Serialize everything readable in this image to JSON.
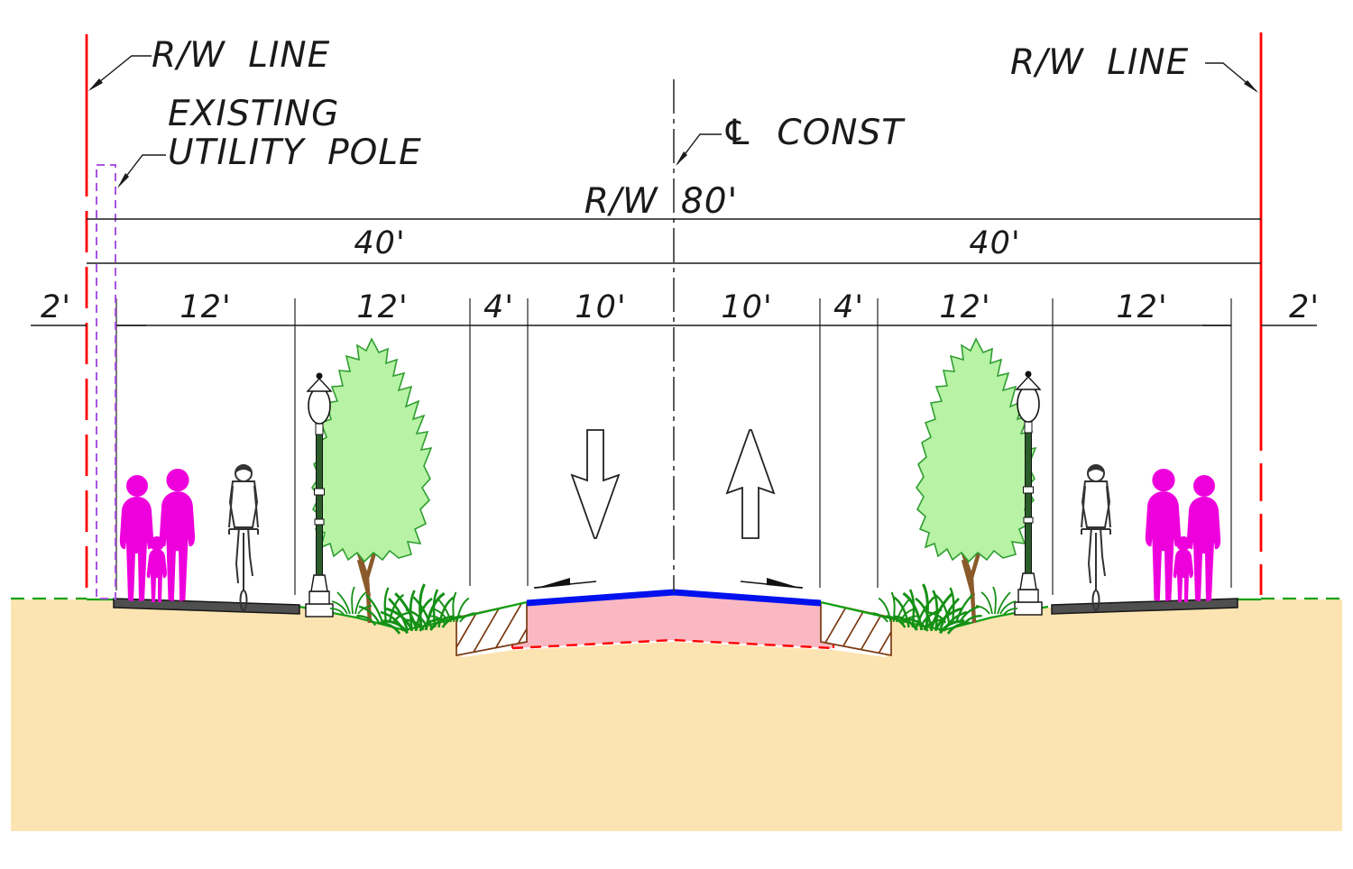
{
  "drawing": {
    "labels": {
      "rw_line_left": "R/W LINE",
      "rw_line_right": "R/W LINE",
      "utility_pole_line1": "EXISTING",
      "utility_pole_line2": "UTILITY POLE",
      "centerline": "℄ CONST",
      "right_of_way_total": "R/W 80'",
      "half_width_left": "40'",
      "half_width_right": "40'"
    },
    "dims": [
      "2'",
      "12'",
      "12'",
      "4'",
      "10'",
      "10'",
      "4'",
      "12'",
      "12'",
      "2'"
    ],
    "segments_ft": [
      2,
      12,
      12,
      4,
      10,
      10,
      4,
      12,
      12,
      2
    ],
    "right_of_way_ft": 80,
    "half_width_ft": 40,
    "colors": {
      "rw_line": "#ff0000",
      "utility_pole": "#a855e0",
      "pavement_surface": "#0011ee",
      "pavement_subbase": "#f9b8c2",
      "subbase_outline": "#ff0000",
      "earth": "#fce4b2",
      "tree_fill": "#b7f2a5",
      "tree_outline": "#2f9e2f",
      "grass": "#159015",
      "sidewalk": "#4f4f4f",
      "curb_hatch": "#7a3a12",
      "pedestrians": "#ee00dd",
      "ink": "#1a1a1a"
    }
  }
}
